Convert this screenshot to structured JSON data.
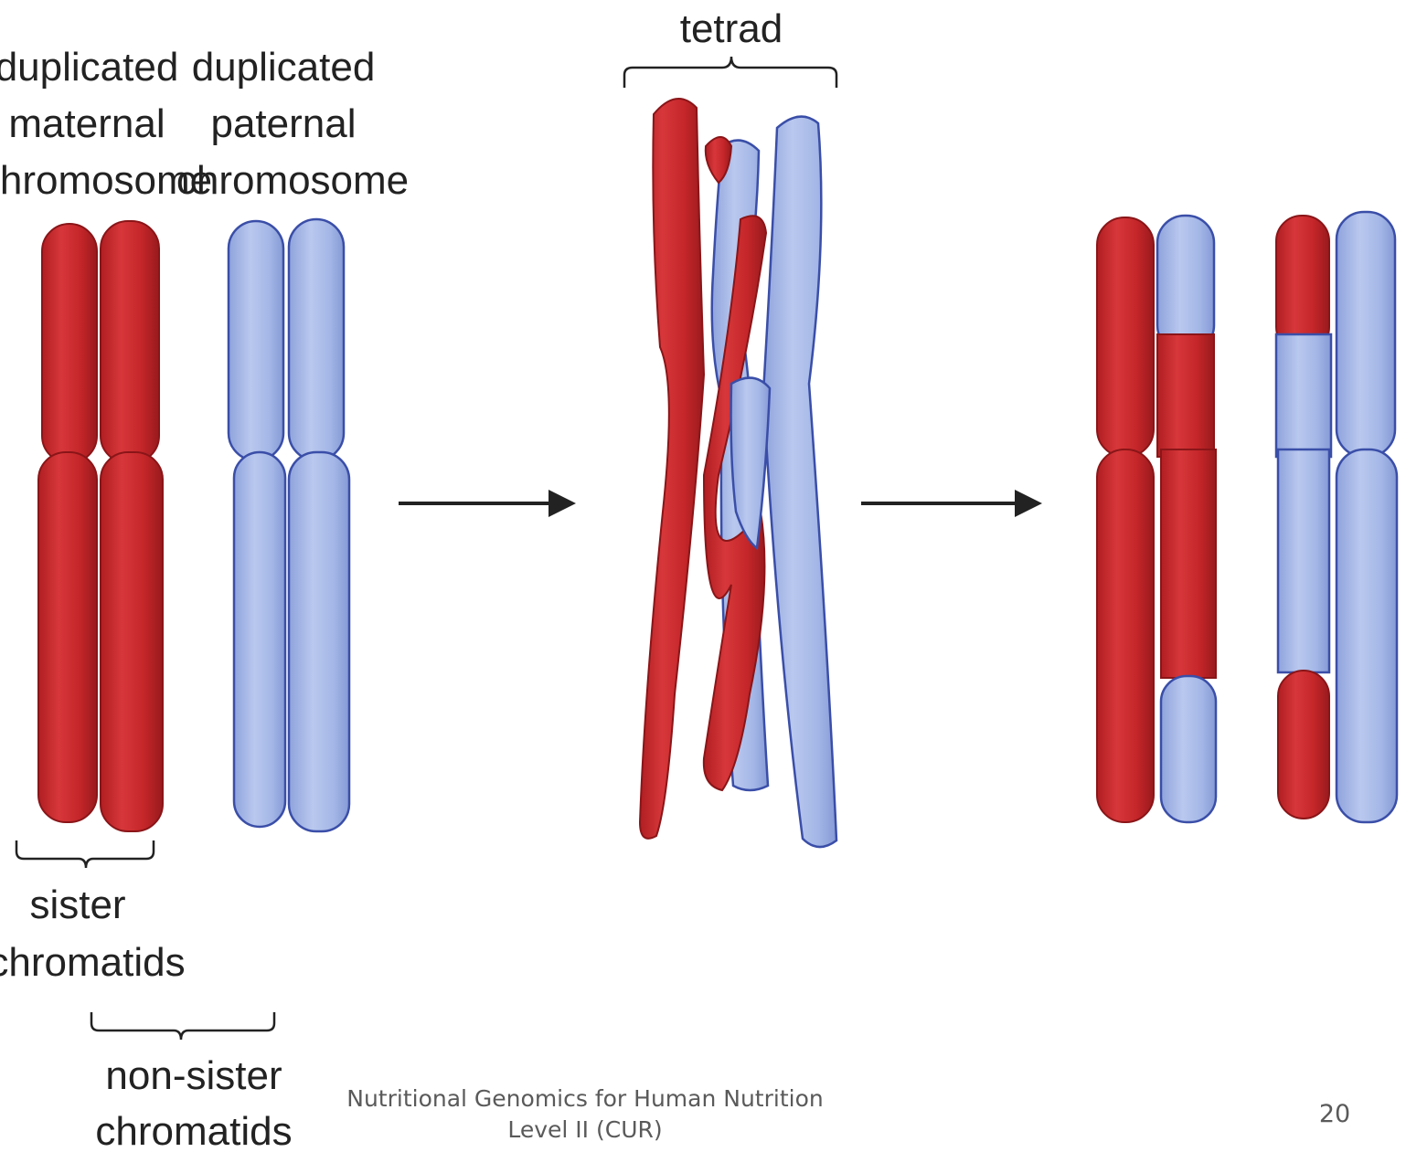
{
  "labels": {
    "maternal": [
      "duplicated",
      "maternal",
      "chromosome"
    ],
    "paternal": [
      "duplicated",
      "paternal",
      "chromosome"
    ],
    "tetrad": "tetrad",
    "sister": [
      "sister",
      "chromatids"
    ],
    "nonsister": [
      "non-sister",
      "chromatids"
    ]
  },
  "footer": {
    "line1": "Nutritional Genomics for Human Nutrition",
    "line2": "Level II (CUR)",
    "page": "20"
  },
  "colors": {
    "maternal": "#c8282b",
    "maternal_dark": "#9e1c1f",
    "paternal": "#9fb3e3",
    "paternal_outline": "#3a4ea8",
    "arrow": "#222222"
  }
}
